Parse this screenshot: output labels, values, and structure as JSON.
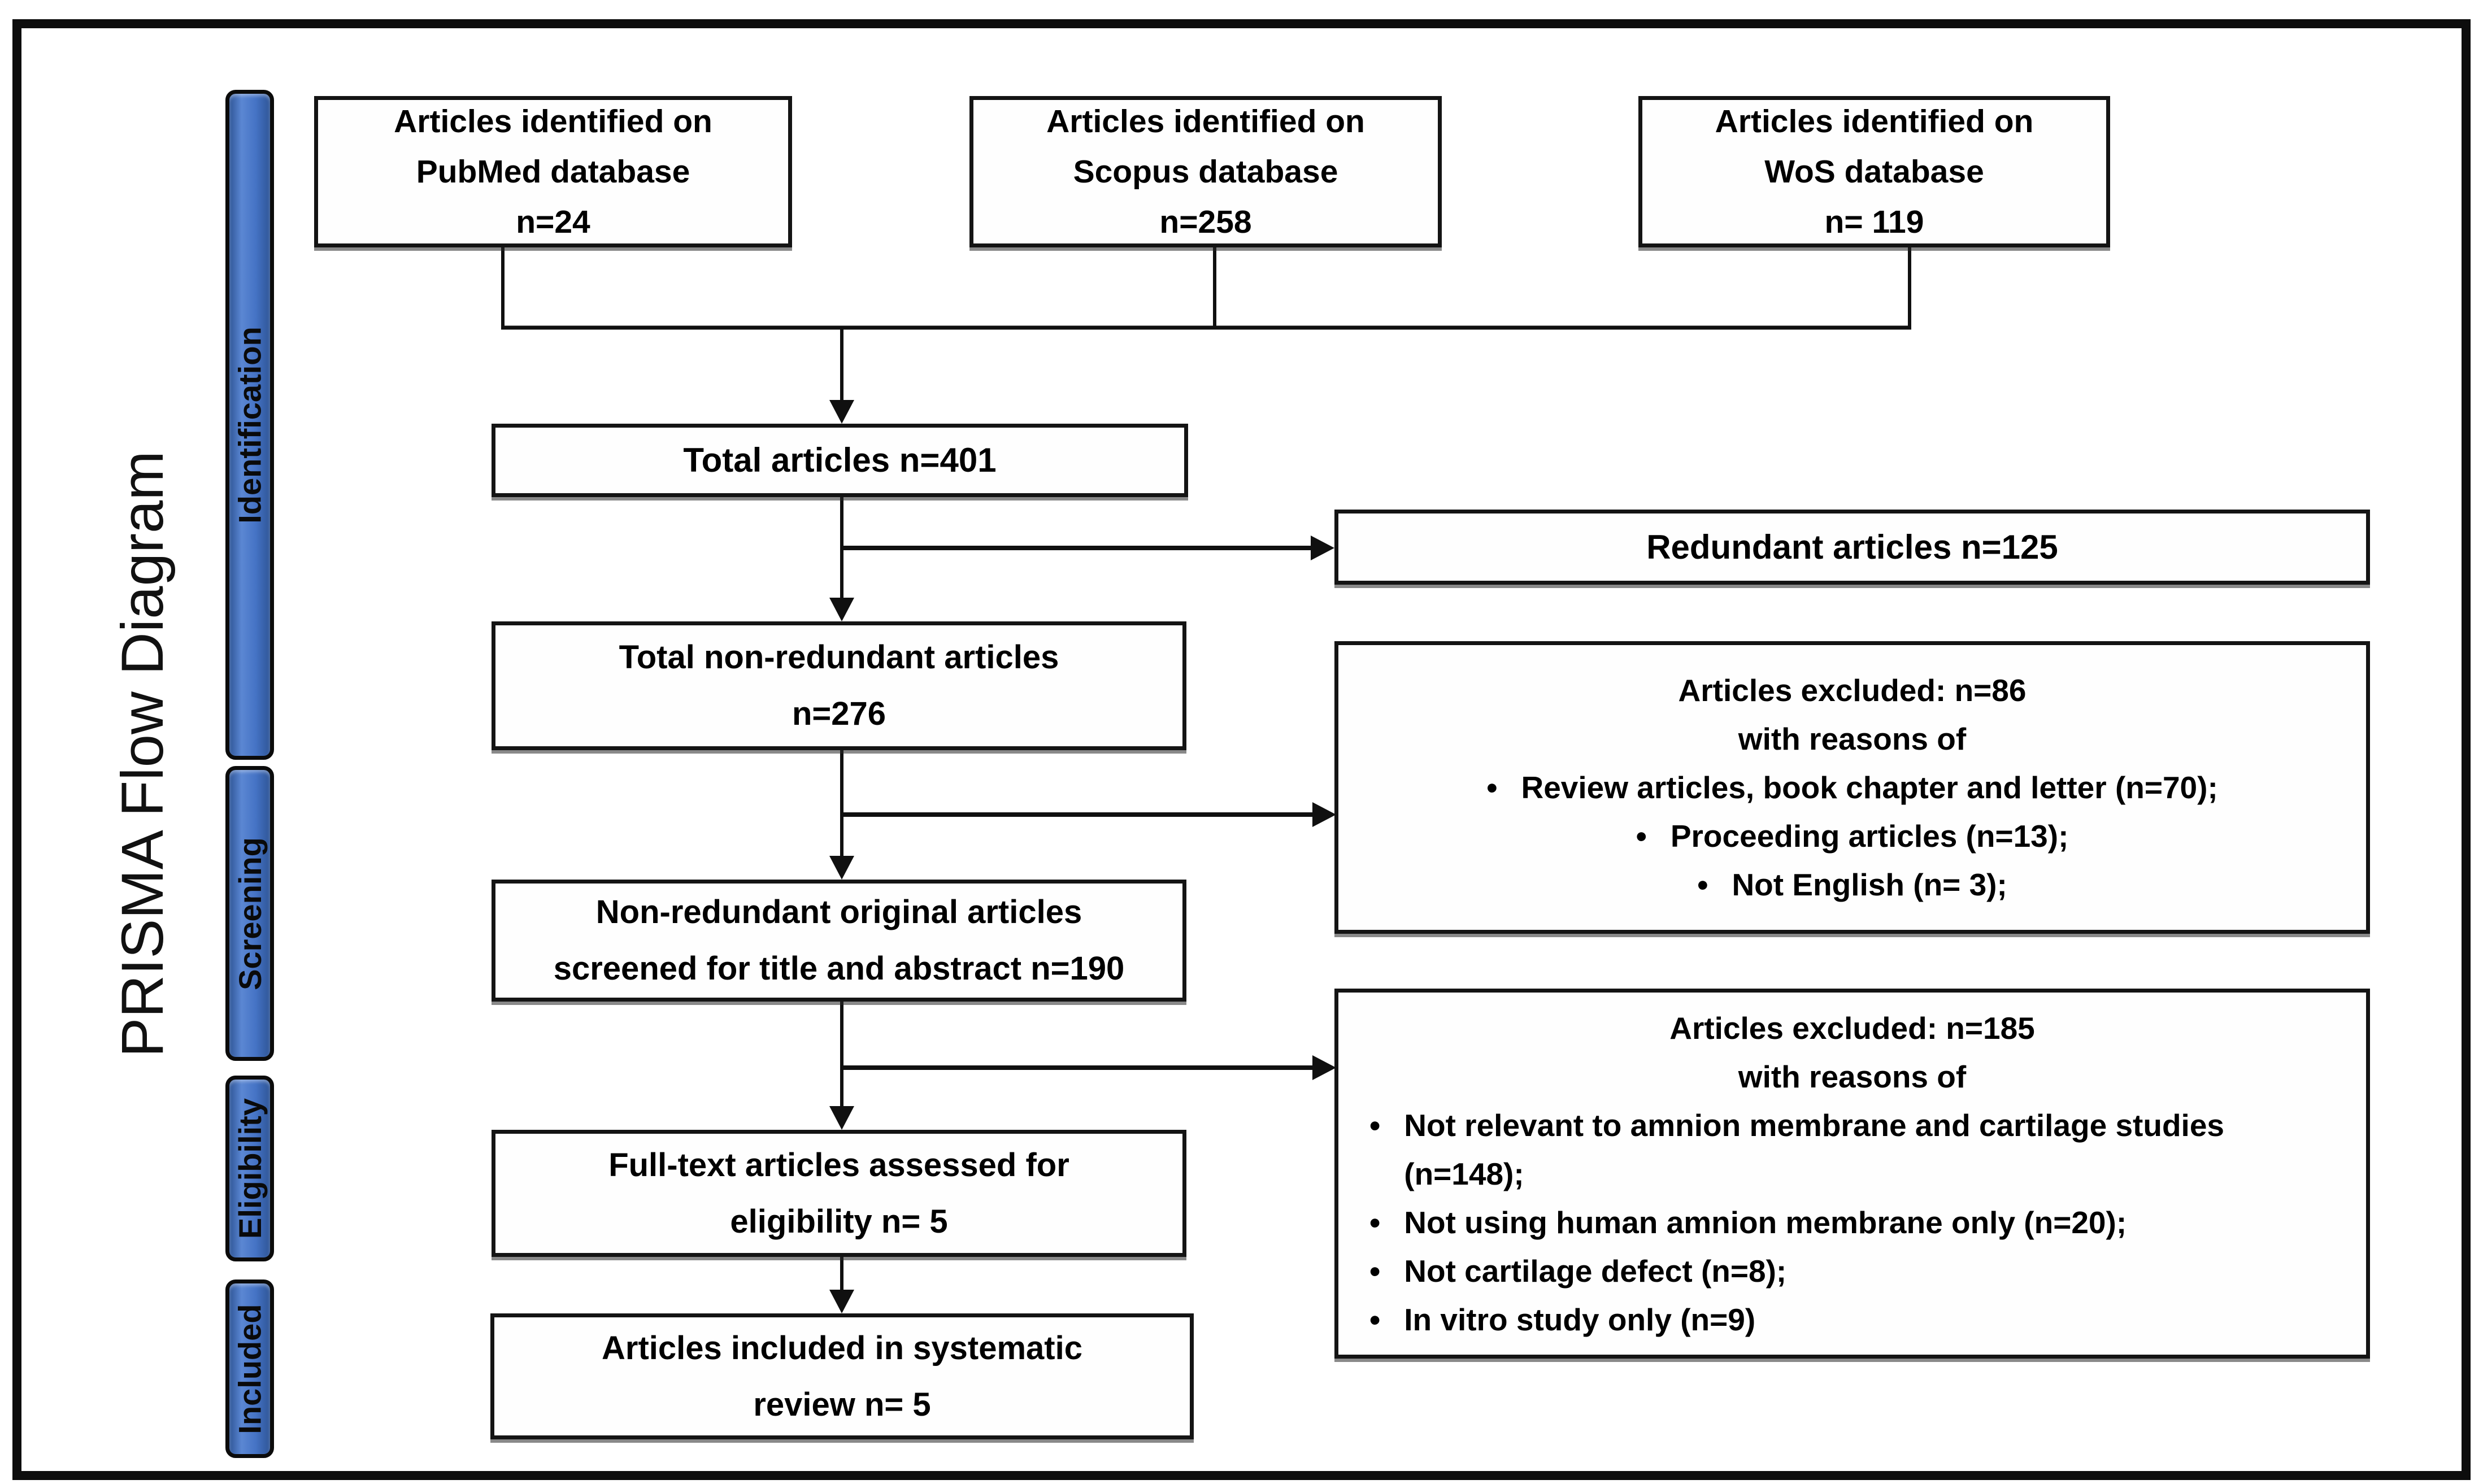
{
  "title": "PRISMA Flow Diagram",
  "glyphs": {
    "bullet": "•"
  },
  "stages": [
    {
      "label": "Identification"
    },
    {
      "label": "Screening"
    },
    {
      "label": "Eligibility"
    },
    {
      "label": "Included"
    }
  ],
  "boxes": {
    "pubmed": {
      "line1": "Articles identified on",
      "line2": "PubMed database",
      "line3": "n=24"
    },
    "scopus": {
      "line1": "Articles identified on",
      "line2": "Scopus database",
      "line3": "n=258"
    },
    "wos": {
      "line1": "Articles identified on",
      "line2": "WoS database",
      "line3": "n= 119"
    },
    "total": {
      "text": "Total articles n=401"
    },
    "redundant": {
      "text": "Redundant articles n=125"
    },
    "non_redundant": {
      "line1": "Total non-redundant articles",
      "line2": "n=276"
    },
    "excluded_screening": {
      "line1": "Articles excluded: n=86",
      "line2": "with reasons of",
      "reasons": [
        "Review articles, book chapter and letter (n=70);",
        "Proceeding articles (n=13);",
        "Not English (n= 3);"
      ]
    },
    "screened": {
      "line1": "Non-redundant original articles",
      "line2": "screened for title and abstract n=190"
    },
    "excluded_eligibility": {
      "line1": "Articles excluded: n=185",
      "line2": "with reasons of",
      "reasons": [
        "Not relevant to amnion membrane and cartilage studies (n=148);",
        "Not using human amnion membrane only (n=20);",
        "Not cartilage defect (n=8);",
        "In vitro study only (n=9)"
      ]
    },
    "fulltext": {
      "line1": "Full-text articles assessed for",
      "line2": "eligibility n= 5"
    },
    "included": {
      "line1": "Articles included in systematic",
      "line2": "review n= 5"
    }
  },
  "colors": {
    "stage_fill": "#4573c5",
    "stage_border": "#0b0b0b",
    "box_border": "#141414",
    "line": "#101010",
    "background": "#ffffff"
  }
}
